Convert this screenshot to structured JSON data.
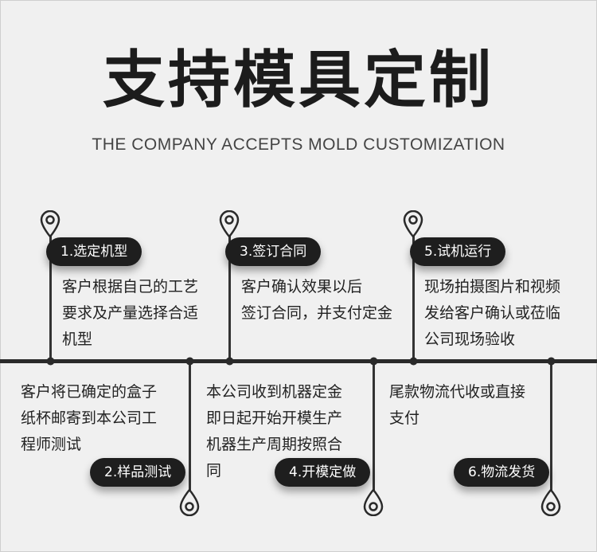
{
  "title": "支持模具定制",
  "subtitle": "THE COMPANY ACCEPTS MOLD CUSTOMIZATION",
  "steps": [
    {
      "label": "1.选定机型",
      "lines": [
        "客户根据自己的工艺",
        "要求及产量选择合适",
        "机型"
      ]
    },
    {
      "label": "2.样品测试",
      "lines": [
        "客户将已确定的盒子",
        "纸杯邮寄到本公司工",
        "程师测试"
      ]
    },
    {
      "label": "3.签订合同",
      "lines": [
        "客户确认效果以后",
        "签订合同，并支付定金"
      ]
    },
    {
      "label": "4.开模定做",
      "lines": [
        "本公司收到机器定金",
        "即日起开始开模生产",
        "机器生产周期按照合",
        "同"
      ]
    },
    {
      "label": "5.试机运行",
      "lines": [
        "现场拍摄图片和视频",
        "发给客户确认或莅临",
        "公司现场验收"
      ]
    },
    {
      "label": "6.物流发货",
      "lines": [
        "尾款物流代收或直接",
        "支付"
      ]
    }
  ]
}
